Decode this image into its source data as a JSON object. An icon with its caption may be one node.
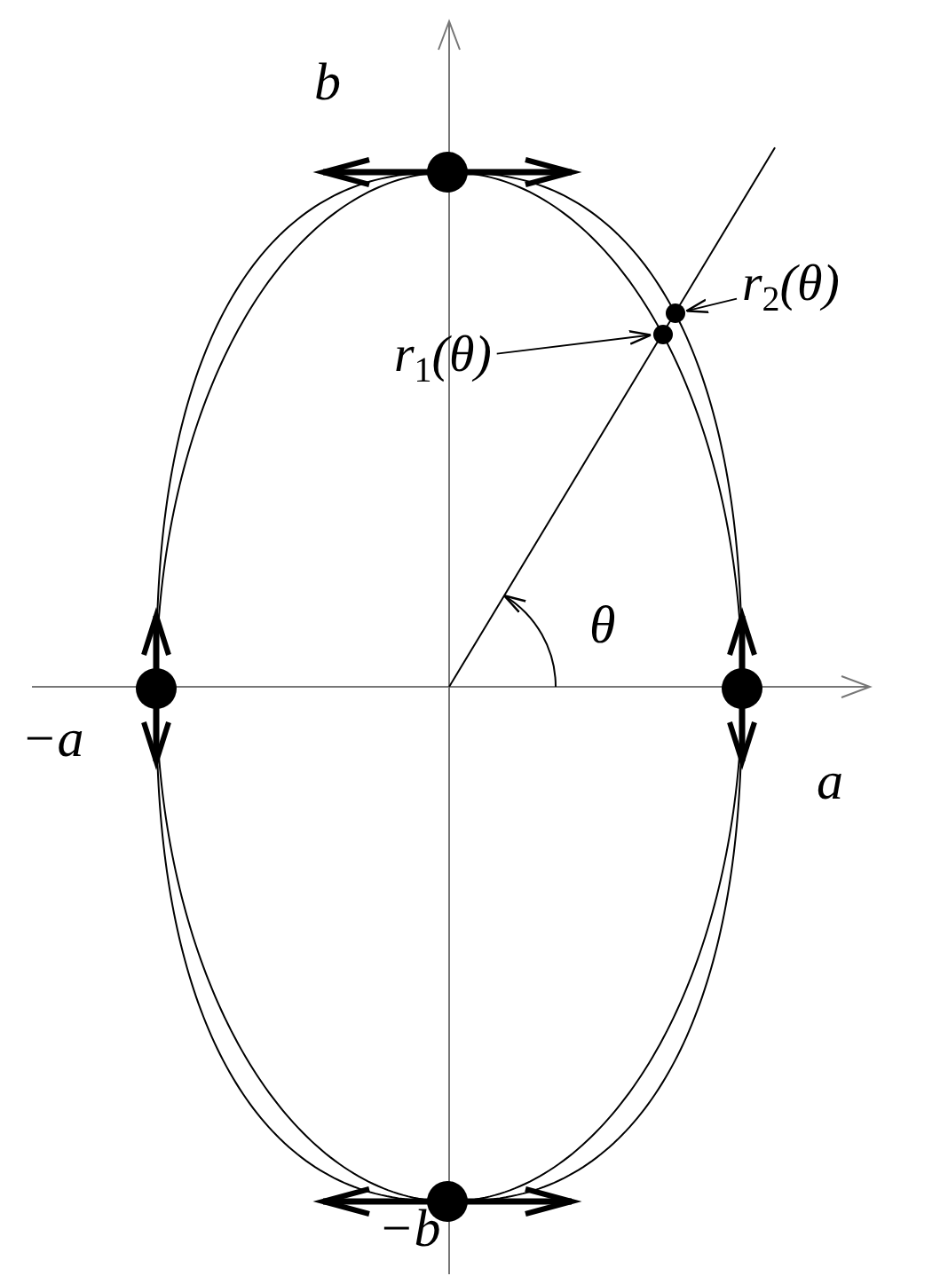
{
  "diagram": {
    "nodes": [
      {
        "text": [
          "r$_{1}$(θ)"
        ]
      },
      {
        "text": [
          "r$_{2}$(θ)"
        ]
      },
      {
        "text": [],
        "shape": "circle"
      },
      {
        "text": [],
        "shape": "circle"
      }
    ],
    "edges": [
      {
        "from": 0,
        "to": 2,
        "arrow": "to"
      },
      {
        "from": 1,
        "to": 3,
        "arrow": "to"
      }
    ],
    "labels": [
      "b",
      "−a",
      "a",
      "−b",
      "θ"
    ]
  }
}
